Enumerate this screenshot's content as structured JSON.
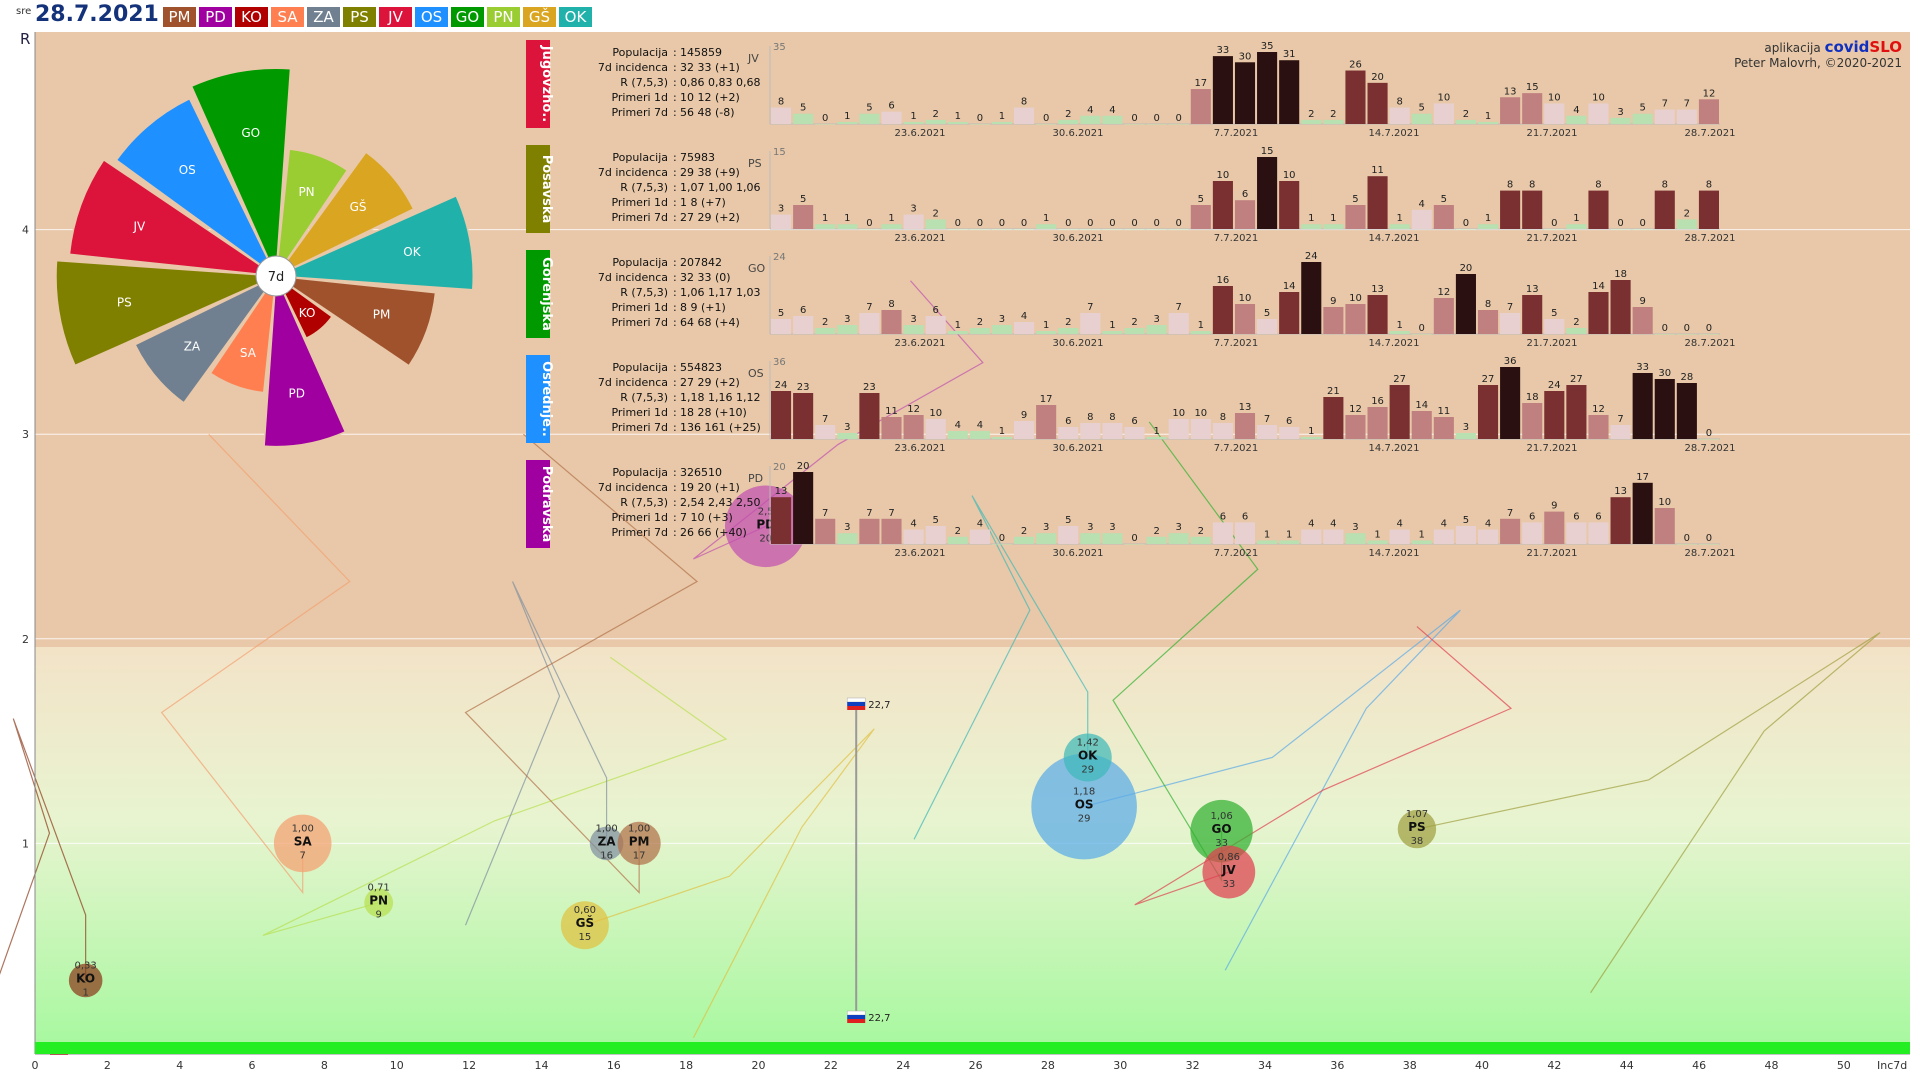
{
  "header": {
    "day": "sre",
    "date": "28.7.2021",
    "legend": [
      {
        "code": "PM",
        "color": "#a0522d"
      },
      {
        "code": "PD",
        "color": "#a000a0"
      },
      {
        "code": "KO",
        "color": "#b00000"
      },
      {
        "code": "SA",
        "color": "#ff7f50"
      },
      {
        "code": "ZA",
        "color": "#708090"
      },
      {
        "code": "PS",
        "color": "#808000"
      },
      {
        "code": "JV",
        "color": "#dc143c"
      },
      {
        "code": "OS",
        "color": "#1e90ff"
      },
      {
        "code": "GO",
        "color": "#009a00"
      },
      {
        "code": "PN",
        "color": "#9acd32"
      },
      {
        "code": "GŠ",
        "color": "#daa520"
      },
      {
        "code": "OK",
        "color": "#20b2aa"
      }
    ]
  },
  "credit": {
    "app_label": "aplikacija",
    "brand_a": "covid",
    "brand_b": "SLO",
    "author": "Peter Malovrh, ©2020-2021"
  },
  "chart_data": {
    "type": "scatter",
    "title": "R vs 7-day incidence by region",
    "xlabel": "Inc7d",
    "ylabel": "R",
    "xlim": [
      0,
      51
    ],
    "ylim": [
      0,
      5
    ],
    "x_ticks": [
      0,
      2,
      4,
      6,
      8,
      10,
      12,
      14,
      16,
      18,
      20,
      22,
      24,
      26,
      28,
      30,
      32,
      34,
      36,
      38,
      40,
      42,
      44,
      46,
      48,
      50
    ],
    "y_ticks": [
      1,
      2,
      3,
      4
    ],
    "regions": [
      {
        "code": "KO",
        "r": "0,33",
        "inc": "1",
        "x": 1.4,
        "y": 0.33,
        "color": "#8b3a1a"
      },
      {
        "code": "SA",
        "r": "1,00",
        "inc": "7",
        "x": 7.4,
        "y": 1.0,
        "color": "#f4a070"
      },
      {
        "code": "PN",
        "r": "0,71",
        "inc": "9",
        "x": 9.5,
        "y": 0.71,
        "color": "#b8e050"
      },
      {
        "code": "GŠ",
        "r": "0,60",
        "inc": "15",
        "x": 15.2,
        "y": 0.6,
        "color": "#e0c040"
      },
      {
        "code": "ZA",
        "r": "1,00",
        "inc": "16",
        "x": 15.8,
        "y": 1.0,
        "color": "#8090a0"
      },
      {
        "code": "PM",
        "r": "1,00",
        "inc": "17",
        "x": 16.7,
        "y": 1.0,
        "color": "#b07048"
      },
      {
        "code": "PD",
        "r": "2,5",
        "inc": "20",
        "x": 20.2,
        "y": 2.55,
        "color": "#c050b0"
      },
      {
        "code": "OS",
        "r": "1,18",
        "inc": "29",
        "x": 29.0,
        "y": 1.18,
        "color": "#5aaae8"
      },
      {
        "code": "OK",
        "r": "1,42",
        "inc": "29",
        "x": 29.1,
        "y": 1.42,
        "color": "#40b8b8"
      },
      {
        "code": "GO",
        "r": "1,06",
        "inc": "33",
        "x": 32.8,
        "y": 1.06,
        "color": "#30b030"
      },
      {
        "code": "JV",
        "r": "0,86",
        "inc": "33",
        "x": 33.0,
        "y": 0.86,
        "color": "#e04050"
      },
      {
        "code": "PS",
        "r": "1,07",
        "inc": "38",
        "x": 38.2,
        "y": 1.07,
        "color": "#a0a040"
      }
    ],
    "slovenia_marker": {
      "label": "22,7",
      "x": 22.7
    }
  },
  "pie": {
    "center_label": "7d",
    "slices": [
      {
        "code": "OS",
        "value": 29,
        "color": "#1e90ff"
      },
      {
        "code": "GO",
        "value": 33,
        "color": "#009a00"
      },
      {
        "code": "PN",
        "value": 9,
        "color": "#9acd32"
      },
      {
        "code": "GŠ",
        "value": 15,
        "color": "#daa520"
      },
      {
        "code": "OK",
        "value": 29,
        "color": "#20b2aa"
      },
      {
        "code": "PM",
        "value": 17,
        "color": "#a0522d"
      },
      {
        "code": "KO",
        "value": 1,
        "color": "#b00000"
      },
      {
        "code": "PD",
        "value": 20,
        "color": "#a000a0"
      },
      {
        "code": "SA",
        "value": 7,
        "color": "#ff7f50"
      },
      {
        "code": "ZA",
        "value": 16,
        "color": "#708090"
      },
      {
        "code": "PS",
        "value": 38,
        "color": "#808000"
      },
      {
        "code": "JV",
        "value": 33,
        "color": "#dc143c"
      }
    ]
  },
  "panels": [
    {
      "code": "JV",
      "name": "Jugovzho..",
      "color": "#dc143c",
      "stats": [
        [
          "Populacija",
          "145859"
        ],
        [
          "7d incidenca",
          "32 33 (+1)"
        ],
        [
          "R (7,5,3)",
          "0,86 0,83 0,68"
        ],
        [
          "Primeri 1d",
          "10 12 (+2)"
        ],
        [
          "Primeri 7d",
          "56 48 (-8)"
        ]
      ],
      "ymax": "35",
      "bars": [
        8,
        5,
        0,
        1,
        5,
        6,
        1,
        2,
        1,
        0,
        1,
        8,
        0,
        2,
        4,
        4,
        0,
        0,
        0,
        17,
        33,
        30,
        35,
        31,
        2,
        2,
        26,
        20,
        8,
        5,
        10,
        2,
        1,
        13,
        15,
        10,
        4,
        10,
        3,
        5,
        7,
        7,
        12
      ]
    },
    {
      "code": "PS",
      "name": "Posavska",
      "color": "#808000",
      "stats": [
        [
          "Populacija",
          "75983"
        ],
        [
          "7d incidenca",
          "29 38 (+9)"
        ],
        [
          "R (7,5,3)",
          "1,07 1,00 1,06"
        ],
        [
          "Primeri 1d",
          "1 8 (+7)"
        ],
        [
          "Primeri 7d",
          "27 29 (+2)"
        ]
      ],
      "ymax": "15",
      "bars": [
        3,
        5,
        1,
        1,
        0,
        1,
        3,
        2,
        0,
        0,
        0,
        0,
        1,
        0,
        0,
        0,
        0,
        0,
        0,
        5,
        10,
        6,
        15,
        10,
        1,
        1,
        5,
        11,
        1,
        4,
        5,
        0,
        1,
        8,
        8,
        0,
        1,
        8,
        0,
        0,
        8,
        2,
        8
      ]
    },
    {
      "code": "GO",
      "name": "Gorenjska",
      "color": "#009a00",
      "stats": [
        [
          "Populacija",
          "207842"
        ],
        [
          "7d incidenca",
          "32 33 (0)"
        ],
        [
          "R (7,5,3)",
          "1,06 1,17 1,03"
        ],
        [
          "Primeri 1d",
          "8 9 (+1)"
        ],
        [
          "Primeri 7d",
          "64 68 (+4)"
        ]
      ],
      "ymax": "24",
      "bars": [
        5,
        6,
        2,
        3,
        7,
        8,
        3,
        6,
        1,
        2,
        3,
        4,
        1,
        2,
        7,
        1,
        2,
        3,
        7,
        1,
        16,
        10,
        5,
        14,
        24,
        9,
        10,
        13,
        1,
        0,
        12,
        20,
        8,
        7,
        13,
        5,
        2,
        14,
        18,
        9,
        0,
        0,
        0
      ]
    },
    {
      "code": "OS",
      "name": "Osrednje..",
      "color": "#1e90ff",
      "stats": [
        [
          "Populacija",
          "554823"
        ],
        [
          "7d incidenca",
          "27 29 (+2)"
        ],
        [
          "R (7,5,3)",
          "1,18 1,16 1,12"
        ],
        [
          "Primeri 1d",
          "18 28 (+10)"
        ],
        [
          "Primeri 7d",
          "136 161 (+25)"
        ]
      ],
      "ymax": "36",
      "bars": [
        24,
        23,
        7,
        3,
        23,
        11,
        12,
        10,
        4,
        4,
        1,
        9,
        17,
        6,
        8,
        8,
        6,
        1,
        10,
        10,
        8,
        13,
        7,
        6,
        1,
        21,
        12,
        16,
        27,
        14,
        11,
        3,
        27,
        36,
        18,
        24,
        27,
        12,
        7,
        33,
        30,
        28,
        0
      ]
    },
    {
      "code": "PD",
      "name": "Podravska",
      "color": "#a000a0",
      "stats": [
        [
          "Populacija",
          "326510"
        ],
        [
          "7d incidenca",
          "19 20 (+1)"
        ],
        [
          "R (7,5,3)",
          "2,54 2,43 2,50"
        ],
        [
          "Primeri 1d",
          "7 10 (+3)"
        ],
        [
          "Primeri 7d",
          "26 66 (+40)"
        ]
      ],
      "ymax": "20",
      "bars": [
        13,
        20,
        7,
        3,
        7,
        7,
        4,
        5,
        2,
        4,
        0,
        2,
        3,
        5,
        3,
        3,
        0,
        2,
        3,
        2,
        6,
        6,
        1,
        1,
        4,
        4,
        3,
        1,
        4,
        1,
        4,
        5,
        4,
        7,
        6,
        9,
        6,
        6,
        13,
        17,
        10,
        0,
        0
      ]
    }
  ],
  "panel_date_labels": [
    "23.6.2021",
    "30.6.2021",
    "7.7.2021",
    "14.7.2021",
    "21.7.2021",
    "28.7.2021"
  ]
}
